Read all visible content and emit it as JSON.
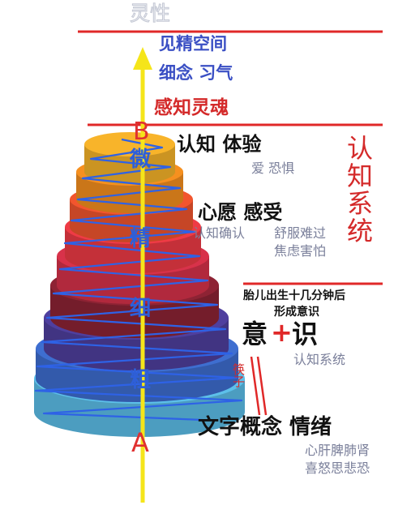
{
  "title": "灵性",
  "top_labels": {
    "line1": "见精空间",
    "line2": "细念 习气",
    "line3": "感知灵魂"
  },
  "markers": {
    "top": "B",
    "bottom": "A"
  },
  "axis_chars": [
    "微",
    "精",
    "细",
    "粗"
  ],
  "right_vertical": "认知系统",
  "cognition": {
    "main": "认知 体验",
    "sub": "爱 恐惧"
  },
  "wish": {
    "main": "心愿 感受",
    "sub_left": "认知确认",
    "sub_right_1": "舒服难过",
    "sub_right_2": "焦虑害怕"
  },
  "birth_note": {
    "line1": "胎儿出生十几分钟后",
    "line2": "形成意识"
  },
  "consciousness": {
    "left": "意",
    "plus": "+",
    "right": "识",
    "sub": "认知系统"
  },
  "chopsticks": "筷子",
  "bottom_text": {
    "main": "文字概念 情绪",
    "sub1": "心肝脾肺肾",
    "sub2": "喜怒思悲恐"
  },
  "colors": {
    "red_line": "#e02828",
    "axis_yellow": "#f5e51a",
    "wave_blue": "#2e62e6",
    "layers": [
      "#5dc0ea",
      "#3e6ed0",
      "#4f3f9e",
      "#8e2334",
      "#d8324a",
      "#ef3b45",
      "#f2552e",
      "#f6901f",
      "#f8b42a"
    ]
  }
}
